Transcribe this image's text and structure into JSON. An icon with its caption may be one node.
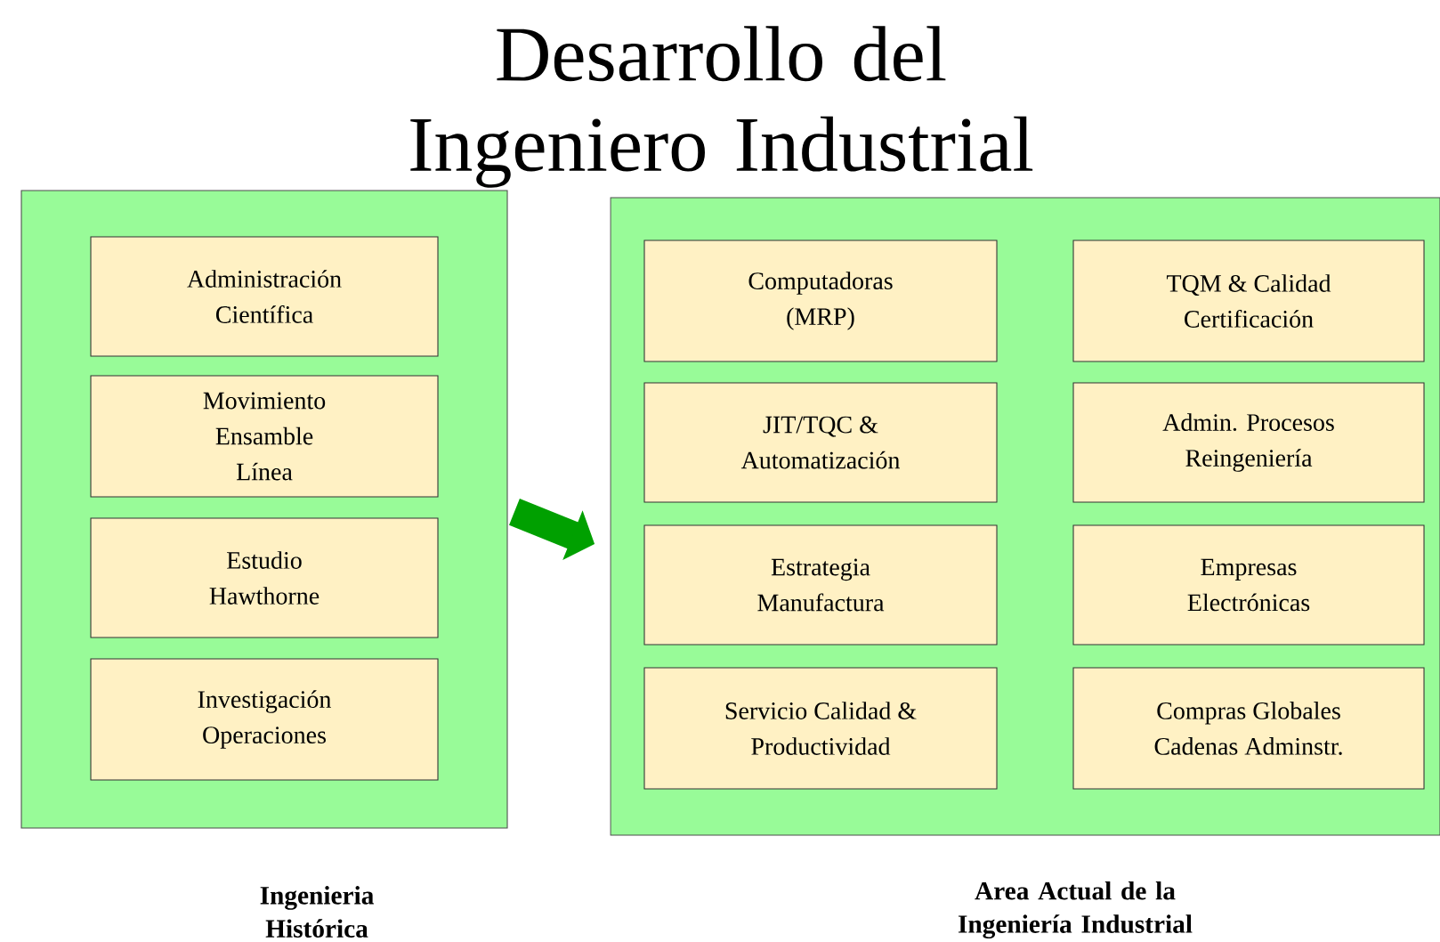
{
  "diagram": {
    "title": "Desarrollo del Ingeniero Industrial",
    "nodes": [
      {
        "text": [
          "Ingenieria Histórica"
        ]
      },
      {
        "text": [
          "Administración Científica"
        ],
        "in": 0
      },
      {
        "text": [
          "Movimiento Ensamble Línea"
        ],
        "in": 0
      },
      {
        "text": [
          "Estudio Hawthorne"
        ],
        "in": 0
      },
      {
        "text": [
          "Investigación Operaciones"
        ],
        "in": 0
      },
      {
        "text": [
          "Area Actual de la Ingeniería Industrial"
        ]
      },
      {
        "text": [
          "Computadoras (MRP)"
        ],
        "in": 5
      },
      {
        "text": [
          "TQM & Calidad Certificación"
        ],
        "in": 5
      },
      {
        "text": [
          "JIT/TQC & Automatización"
        ],
        "in": 5
      },
      {
        "text": [
          "Admin. Procesos Reingeniería"
        ],
        "in": 5
      },
      {
        "text": [
          "Estrategia Manufactura"
        ],
        "in": 5
      },
      {
        "text": [
          "Empresas Electrónicas"
        ],
        "in": 5
      },
      {
        "text": [
          "Servicio Calidad & Productividad"
        ],
        "in": 5
      },
      {
        "text": [
          "Compras Globales Cadenas Adminstr."
        ],
        "in": 5
      }
    ],
    "edges": [
      {
        "from": 0,
        "to": 5,
        "arrow": "to"
      }
    ]
  }
}
